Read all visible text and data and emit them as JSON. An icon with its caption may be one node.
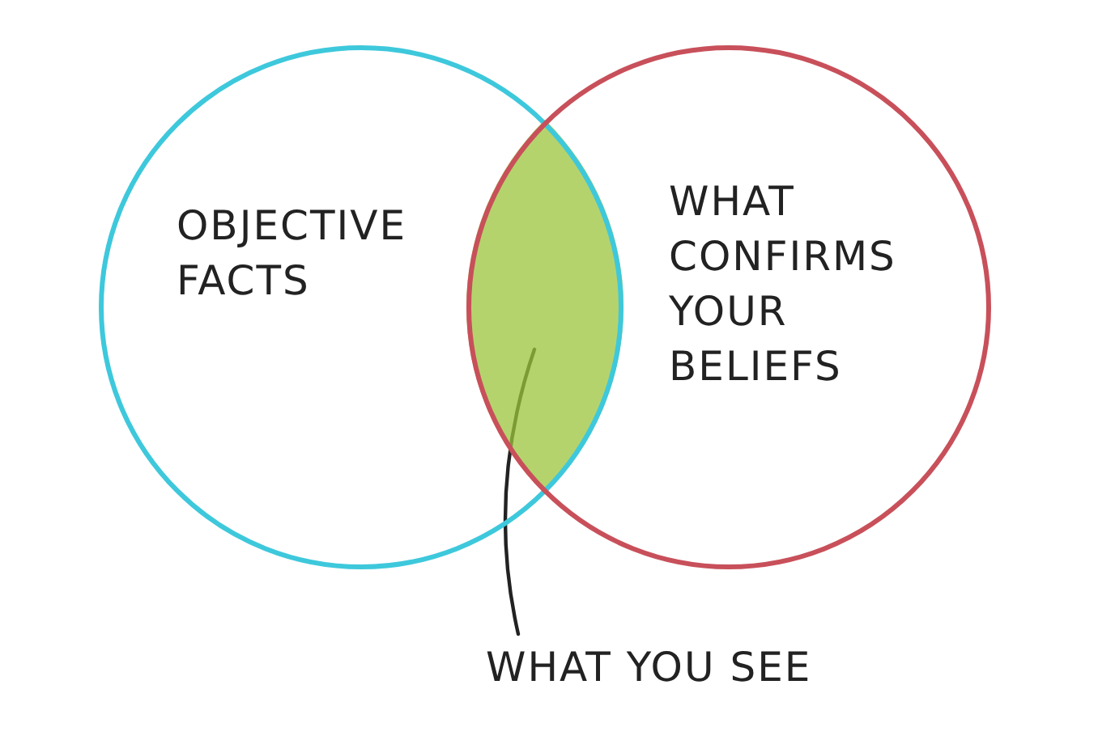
{
  "diagram": {
    "nodes": [
      {
        "text": [
          "OBJECTIVE FACTS"
        ]
      },
      {
        "text": [
          "WHAT CONFIRMS YOUR BELIEFS"
        ]
      },
      {
        "text": [],
        "shape": "lens"
      },
      {
        "text": [
          "WHAT YOU SEE"
        ]
      }
    ],
    "edges": [
      {
        "from": 3,
        "to": 2,
        "arrow": "none"
      }
    ]
  }
}
